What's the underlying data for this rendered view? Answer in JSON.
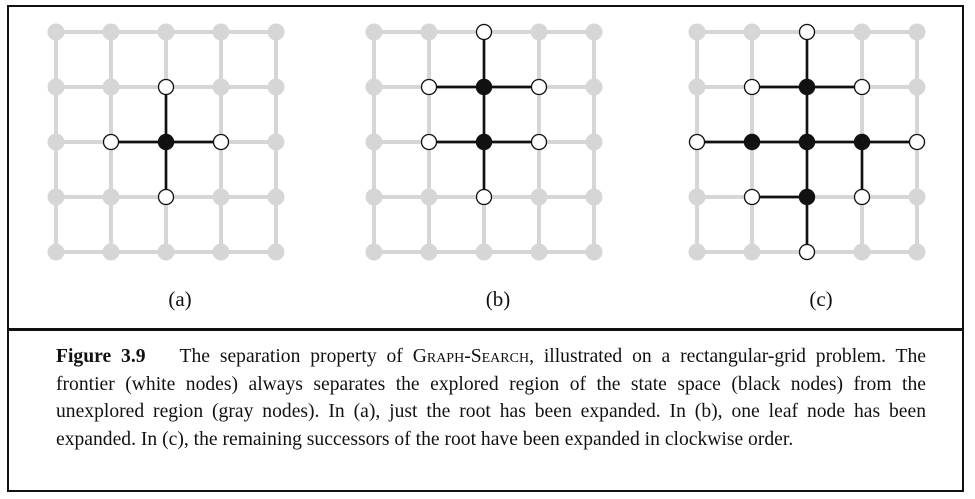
{
  "panels": [
    {
      "label": "(a)",
      "black": [
        [
          2,
          2
        ]
      ],
      "white": [
        [
          2,
          1
        ],
        [
          1,
          2
        ],
        [
          3,
          2
        ],
        [
          2,
          3
        ]
      ],
      "edges": [
        [
          [
            2,
            1
          ],
          [
            2,
            2
          ]
        ],
        [
          [
            1,
            2
          ],
          [
            2,
            2
          ]
        ],
        [
          [
            2,
            2
          ],
          [
            3,
            2
          ]
        ],
        [
          [
            2,
            2
          ],
          [
            2,
            3
          ]
        ]
      ]
    },
    {
      "label": "(b)",
      "black": [
        [
          2,
          1
        ],
        [
          2,
          2
        ]
      ],
      "white": [
        [
          2,
          0
        ],
        [
          1,
          1
        ],
        [
          3,
          1
        ],
        [
          1,
          2
        ],
        [
          3,
          2
        ],
        [
          2,
          3
        ]
      ],
      "edges": [
        [
          [
            2,
            0
          ],
          [
            2,
            1
          ]
        ],
        [
          [
            1,
            1
          ],
          [
            2,
            1
          ]
        ],
        [
          [
            2,
            1
          ],
          [
            3,
            1
          ]
        ],
        [
          [
            2,
            1
          ],
          [
            2,
            2
          ]
        ],
        [
          [
            1,
            2
          ],
          [
            2,
            2
          ]
        ],
        [
          [
            2,
            2
          ],
          [
            3,
            2
          ]
        ],
        [
          [
            2,
            2
          ],
          [
            2,
            3
          ]
        ]
      ]
    },
    {
      "label": "(c)",
      "black": [
        [
          2,
          1
        ],
        [
          2,
          2
        ],
        [
          1,
          2
        ],
        [
          3,
          2
        ],
        [
          2,
          3
        ]
      ],
      "white": [
        [
          2,
          0
        ],
        [
          1,
          1
        ],
        [
          3,
          1
        ],
        [
          0,
          2
        ],
        [
          4,
          2
        ],
        [
          1,
          3
        ],
        [
          3,
          3
        ],
        [
          2,
          4
        ]
      ],
      "edges": [
        [
          [
            2,
            0
          ],
          [
            2,
            1
          ]
        ],
        [
          [
            1,
            1
          ],
          [
            2,
            1
          ]
        ],
        [
          [
            2,
            1
          ],
          [
            3,
            1
          ]
        ],
        [
          [
            2,
            1
          ],
          [
            2,
            2
          ]
        ],
        [
          [
            0,
            2
          ],
          [
            1,
            2
          ]
        ],
        [
          [
            1,
            2
          ],
          [
            2,
            2
          ]
        ],
        [
          [
            2,
            2
          ],
          [
            3,
            2
          ]
        ],
        [
          [
            3,
            2
          ],
          [
            4,
            2
          ]
        ],
        [
          [
            3,
            2
          ],
          [
            3,
            3
          ]
        ],
        [
          [
            2,
            2
          ],
          [
            2,
            3
          ]
        ],
        [
          [
            1,
            3
          ],
          [
            2,
            3
          ]
        ],
        [
          [
            2,
            3
          ],
          [
            2,
            4
          ]
        ]
      ]
    }
  ],
  "caption": {
    "figure_number": "Figure 3.9",
    "text_before": "The separation property of ",
    "algorithm_name": "Graph-Search",
    "text_after": ", illustrated on a rectangular-grid problem. The frontier (white nodes) always separates the explored region of the state space (black nodes) from the unexplored region (gray nodes). In (a), just the root has been expanded. In (b), one leaf node has been expanded. In (c), the remaining successors of the root have been expanded in clockwise order."
  },
  "colors": {
    "gray": "#d6d6d6",
    "black": "#111111",
    "white": "#ffffff"
  }
}
